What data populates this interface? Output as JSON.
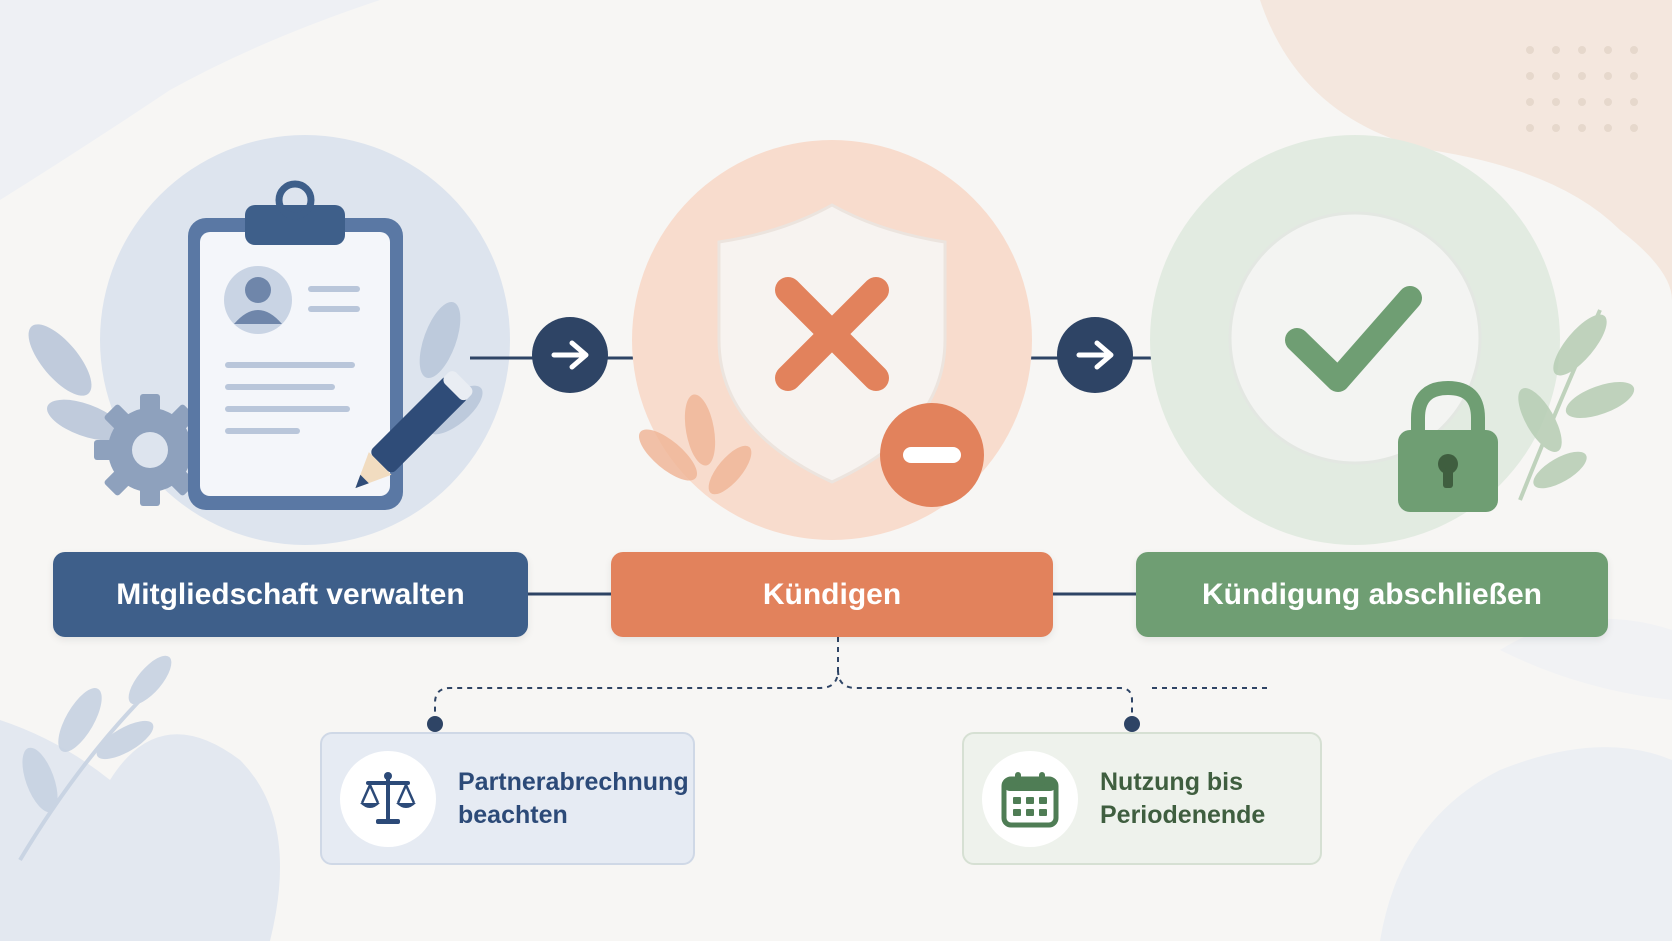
{
  "steps": [
    {
      "label": "Mitgliedschaft verwalten",
      "color": "#3e5f8a",
      "icon": "clipboard-profile-icon"
    },
    {
      "label": "Kündigen",
      "color": "#e2825c",
      "icon": "shield-x-icon"
    },
    {
      "label": "Kündigung abschließen",
      "color": "#6f9e73",
      "icon": "check-lock-icon"
    }
  ],
  "notes": [
    {
      "text": "Partnerabrechnung\nbeachten",
      "icon": "scales-icon",
      "color": "#2c4a78"
    },
    {
      "text": "Nutzung bis\nPeriodenende",
      "icon": "calendar-icon",
      "color": "#3f5e3f"
    }
  ],
  "colors": {
    "blue": "#3e5f8a",
    "orange": "#e2825c",
    "green": "#6f9e73",
    "connector": "#2e4465"
  }
}
